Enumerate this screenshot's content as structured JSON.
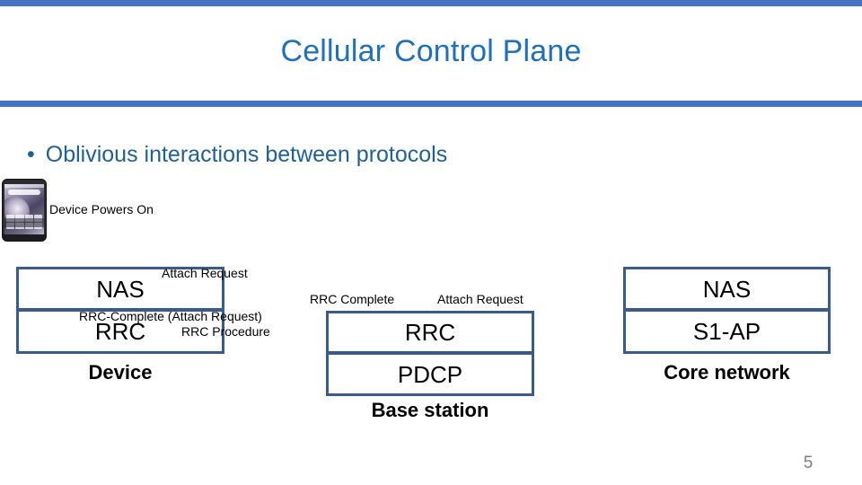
{
  "slide": {
    "title": "Cellular Control Plane",
    "page_number": "5",
    "accent_color": "#4472C4",
    "title_color": "#1F6FBF",
    "bullet_color": "#1F6096",
    "box_border_color": "#3A5C8C"
  },
  "bullets": [
    {
      "marker": "•",
      "text": "Oblivious interactions between protocols"
    }
  ],
  "diagram": {
    "device_powers_on_label": "Device Powers On",
    "phone_icon_name": "smartphone-image",
    "groups": [
      {
        "id": "device",
        "label": "Device",
        "layers": [
          {
            "name": "NAS"
          },
          {
            "name": "RRC"
          }
        ]
      },
      {
        "id": "base-station",
        "label": "Base station",
        "layers": [
          {
            "name": "RRC"
          },
          {
            "name": "PDCP"
          }
        ]
      },
      {
        "id": "core-network",
        "label": "Core network",
        "layers": [
          {
            "name": "NAS"
          },
          {
            "name": "S1-AP"
          }
        ]
      }
    ],
    "messages": [
      {
        "id": "attach-request-device",
        "text": "Attach Request"
      },
      {
        "id": "rrc-complete-attach-request",
        "text": "RRC-Complete (Attach Request)"
      },
      {
        "id": "rrc-procedure",
        "text": "RRC Procedure"
      },
      {
        "id": "rrc-complete",
        "text": "RRC Complete"
      },
      {
        "id": "attach-request-bs",
        "text": "Attach Request"
      }
    ]
  }
}
